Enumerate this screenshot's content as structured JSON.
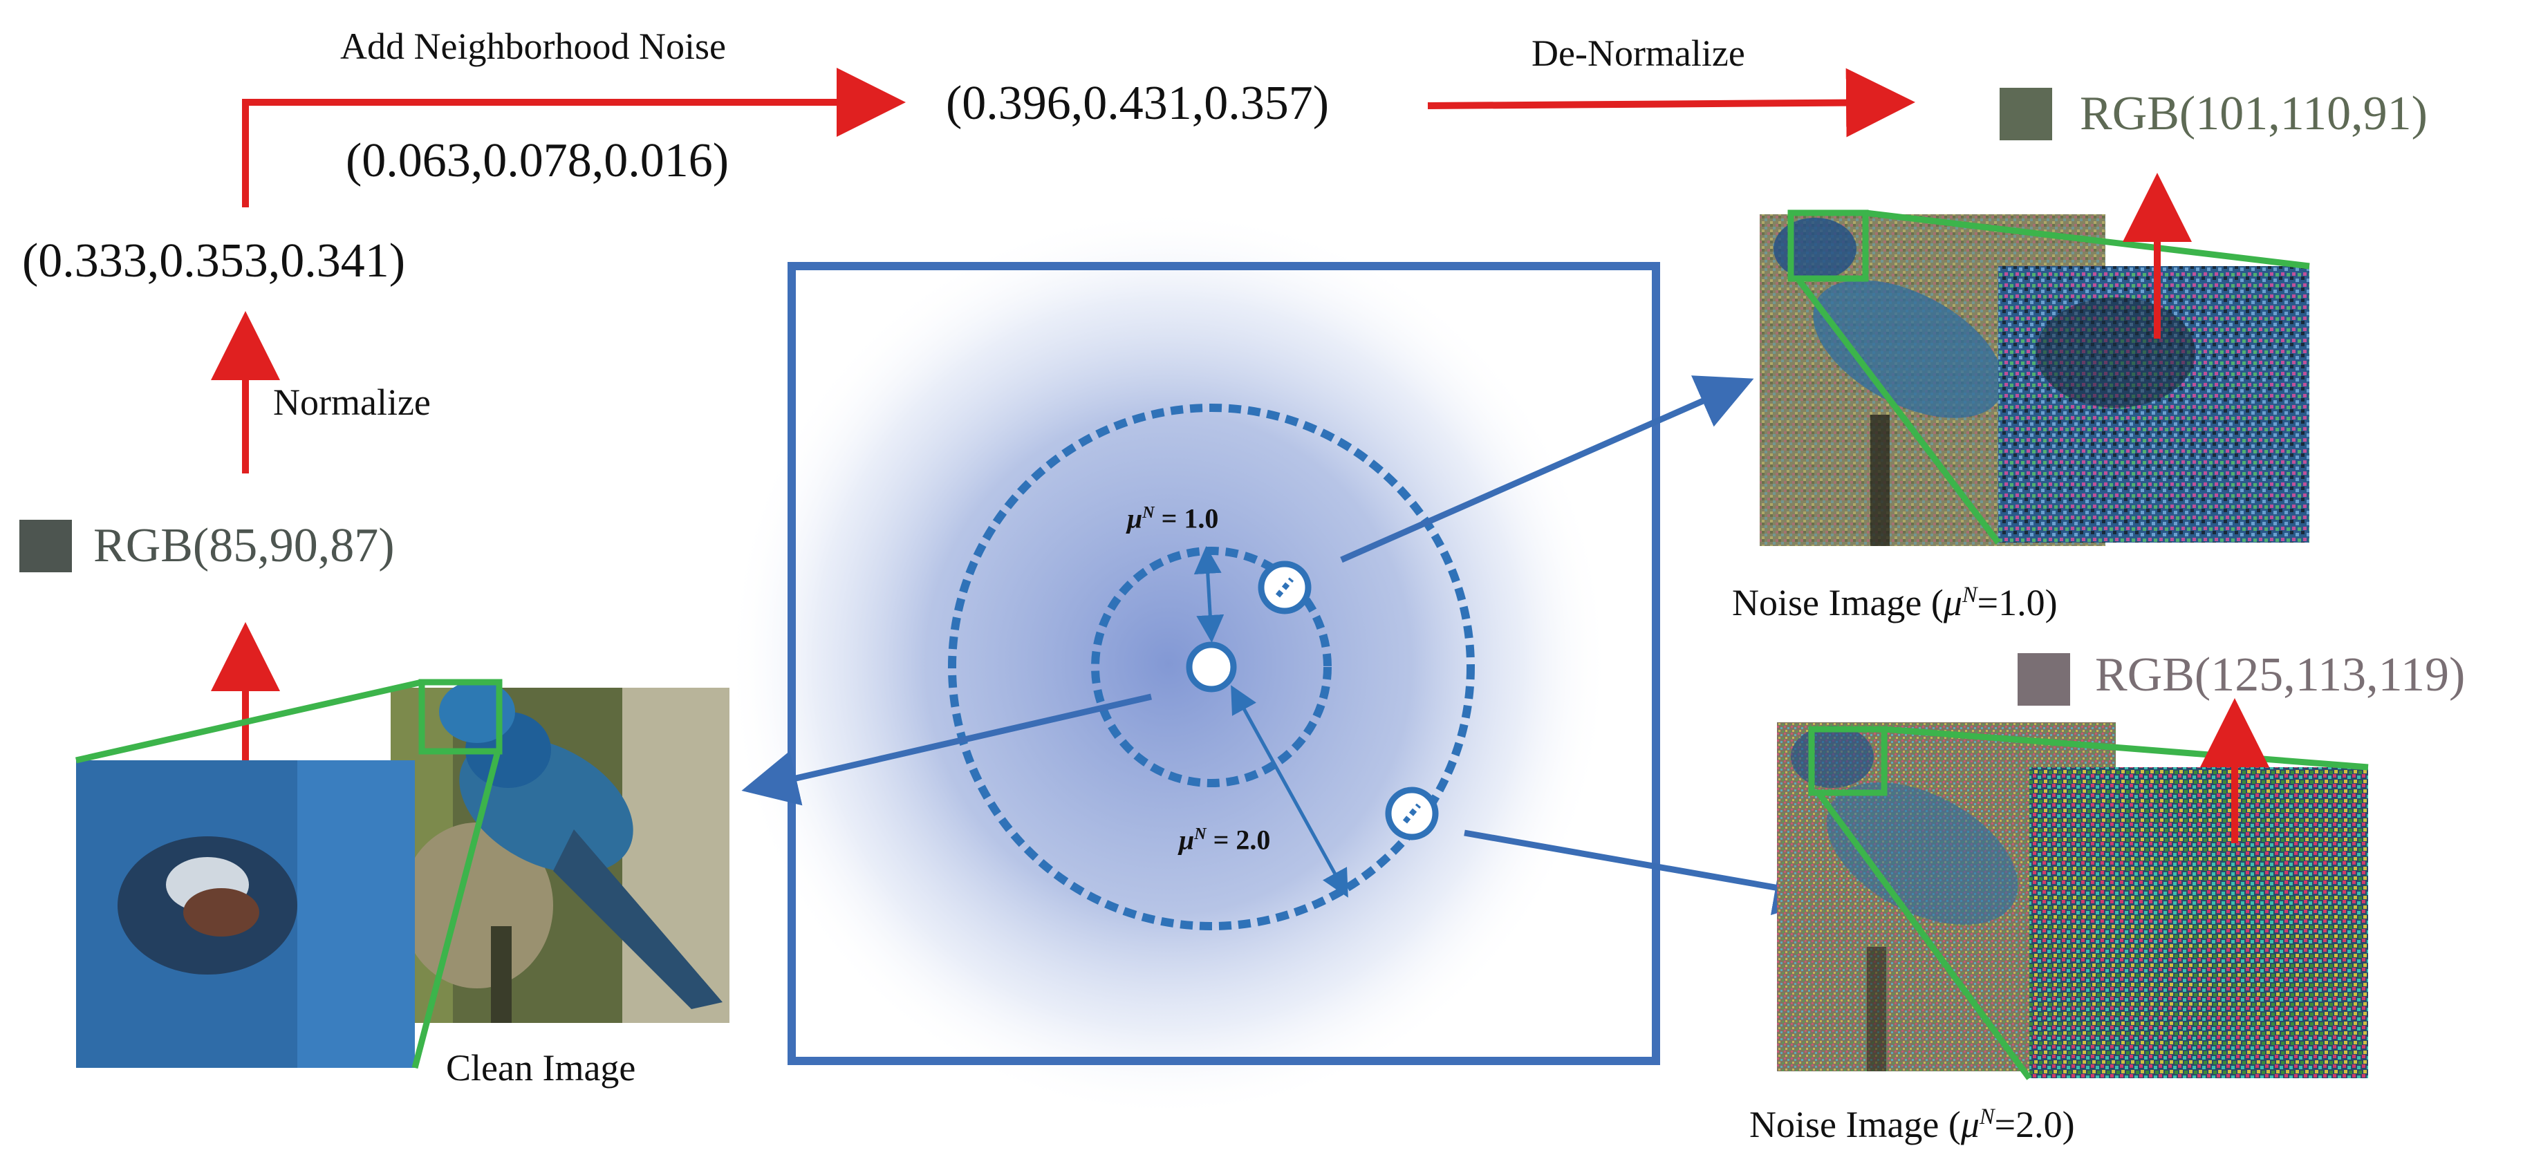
{
  "steps": {
    "add_noise": "Add  Neighborhood Noise",
    "de_normalize": "De-Normalize",
    "normalize": "Normalize"
  },
  "vectors": {
    "normalized_clean": "(0.333,0.353,0.341)",
    "noise_offset": "(0.063,0.078,0.016)",
    "noisy_normalized": "(0.396,0.431,0.357)"
  },
  "rgb": {
    "clean": "RGB(85,90,87)",
    "clean_color": "#4d5550",
    "noise1": "RGB(101,110,91)",
    "noise1_color": "#5e6a55",
    "noise2": "RGB(125,113,119)",
    "noise2_color": "#7a6f74"
  },
  "images": {
    "clean_label": "Clean Image",
    "noise1_label_prefix": "Noise Image (",
    "noise1_label_suffix": "=1.0)",
    "noise2_label_prefix": "Noise Image (",
    "noise2_label_suffix": "=2.0)"
  },
  "radii": {
    "inner_base": "μ",
    "inner_sup": "N",
    "inner_value": " = 1.0",
    "outer_base": "μ",
    "outer_sup": "N",
    "outer_value": " = 2.0"
  },
  "colors": {
    "arrow_red": "#e02020",
    "arrow_blue": "#3a6db5",
    "frame_blue": "#3f6fb8",
    "zoom_green": "#3cb44b",
    "circle_blue": "#2f72b8"
  },
  "icons": {
    "bird": "bird-photo",
    "swatch": "color-swatch"
  }
}
